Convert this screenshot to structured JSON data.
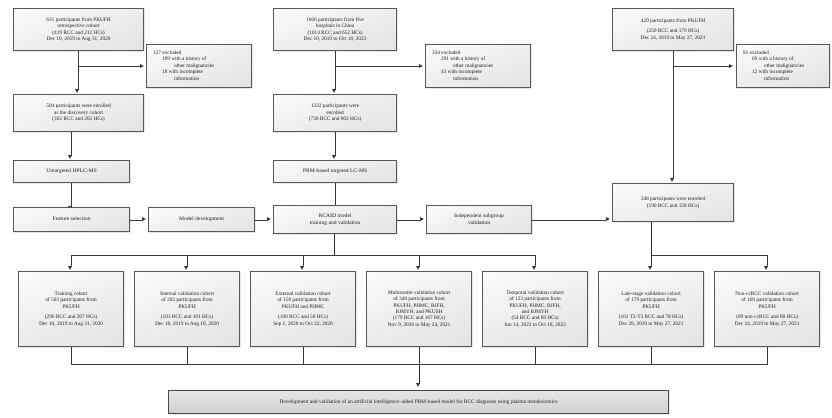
{
  "figure": {
    "type": "study-flow-diagram",
    "title": "Development and validation of an artificial intelligence-aided PRM-based model for RCC diagnosis using plasma metabolomics"
  },
  "columns": {
    "discovery": {
      "source": {
        "lines": [
          "631 participants from PKUFH",
          "retrospective cohort",
          "(419 RCC and 212 HCs)",
          "Dec 10, 2019 to Aug 31, 2020"
        ]
      },
      "excluded": {
        "lines": [
          "127 excluded",
          "109 with a history of",
          "other malignancies",
          "18 with incomplete",
          "information"
        ]
      },
      "enrolled": {
        "lines": [
          "504 participants were enrolled",
          "as the discovery cohort",
          "(302 RCC and 202 HCs)"
        ]
      },
      "assay": {
        "label": "Untargeted HPLC-MS"
      }
    },
    "validation": {
      "source": {
        "lines": [
          "1666 participants from five",
          "hospitals in China",
          "(1014 RCC and 652 HCs)",
          "Dec 10, 2019 to Oct 18, 2023"
        ]
      },
      "excluded": {
        "lines": [
          "334 excluded",
          "291 with a history of",
          "other malignancies",
          "43 with incomplete",
          "information"
        ]
      },
      "enrolled": {
        "lines": [
          "1332 participants were",
          "enrolled",
          "(730 RCC and 602 HCs)"
        ]
      },
      "assay": {
        "label": "PRM-based targeted LC-MS"
      }
    },
    "subgroup": {
      "source": {
        "lines": [
          "429 participants from PKUFH",
          "",
          "(250 RCC and 179 HCs)",
          "Dec 24, 2019 to May 27, 2021"
        ]
      },
      "excluded": {
        "lines": [
          "81 excluded",
          "69 with a history of",
          "other malignancies",
          "12 with incomplete",
          "information"
        ]
      },
      "enrolled": {
        "lines": [
          "348 participants were enrolled",
          "(190 RCC and 158 HCs)"
        ]
      }
    }
  },
  "process": {
    "feature_selection": {
      "label": "Feature selection"
    },
    "model_development": {
      "label": "Model development"
    },
    "rcaid_model": {
      "lines": [
        "RCAID model",
        "training and validation"
      ]
    },
    "independent_subgroup": {
      "lines": [
        "Independent subgroup",
        "validation"
      ]
    }
  },
  "cohorts": [
    {
      "name": "training-cohort",
      "head": [
        "Training cohort",
        "of 503 participants from",
        "PKUFH"
      ],
      "tail": [
        "(296 RCC and 207 HCs)",
        "Dec 10, 2019 to Aug 31, 2020"
      ]
    },
    {
      "name": "internal-validation-cohort",
      "head": [
        "Internal validation cohort",
        "of 202 participants from",
        "PKUFH"
      ],
      "tail": [
        "(101 RCC and 101 HCs)",
        "Dec 18, 2019 to Aug 18, 2020"
      ]
    },
    {
      "name": "external-validation-cohort",
      "head": [
        "External validation cohort",
        "of 158 participants from",
        "PKUFH and PHMC"
      ],
      "tail": [
        "(100 RCC and 58 HCs)",
        "Sep 1, 2020 to  Oct 22, 2020"
      ]
    },
    {
      "name": "multicentre-validation-cohort",
      "head": [
        "Multicentre validation cohort",
        "of 346 participants from",
        "PKUFH, PHMC, BJFH,",
        "BJMYH, and PKUSH"
      ],
      "tail": [
        "(179 RCC and 167 HCs)",
        "Nov 9, 2020 to May 24, 2021"
      ]
    },
    {
      "name": "temporal-validation-cohort",
      "head": [
        "Temporal validation cohort",
        "of 123 participants from",
        "PKUFH, PHMC, BJFH,",
        "and BJMYH"
      ],
      "tail": [
        "(54 RCC and 69 HCs)",
        "Jun 14, 2023 to Oct 18, 2023"
      ]
    },
    {
      "name": "late-stage-validation-cohort",
      "head": [
        "Late-stage validation cohort",
        "of 179 participants from",
        "PKUFH"
      ],
      "tail": [
        "(101 T2-T3 RCC and 78 HCs)",
        "Dec 28, 2019 to May 27, 2021"
      ]
    },
    {
      "name": "non-ccrcc-validation-cohort",
      "head": [
        "Non-ccRCC validation cohort",
        "of 169 participants from",
        "PKUFH"
      ],
      "tail": [
        "(89 non-ccRCC and 80 HCs)",
        "Dec 24, 2019 to May 27, 2021"
      ]
    }
  ],
  "conclusion": {
    "label": "Development and validation of an artificial intelligence–aided PRM-based model for RCC diagnosis using plasma metabolomics"
  },
  "colors": {
    "box_border": "#585858",
    "box_fill_top": "#fbfbfb",
    "box_fill_bottom": "#e3e3e3",
    "connector": "#3a3a3a",
    "final_fill": "#dcdcdc"
  }
}
